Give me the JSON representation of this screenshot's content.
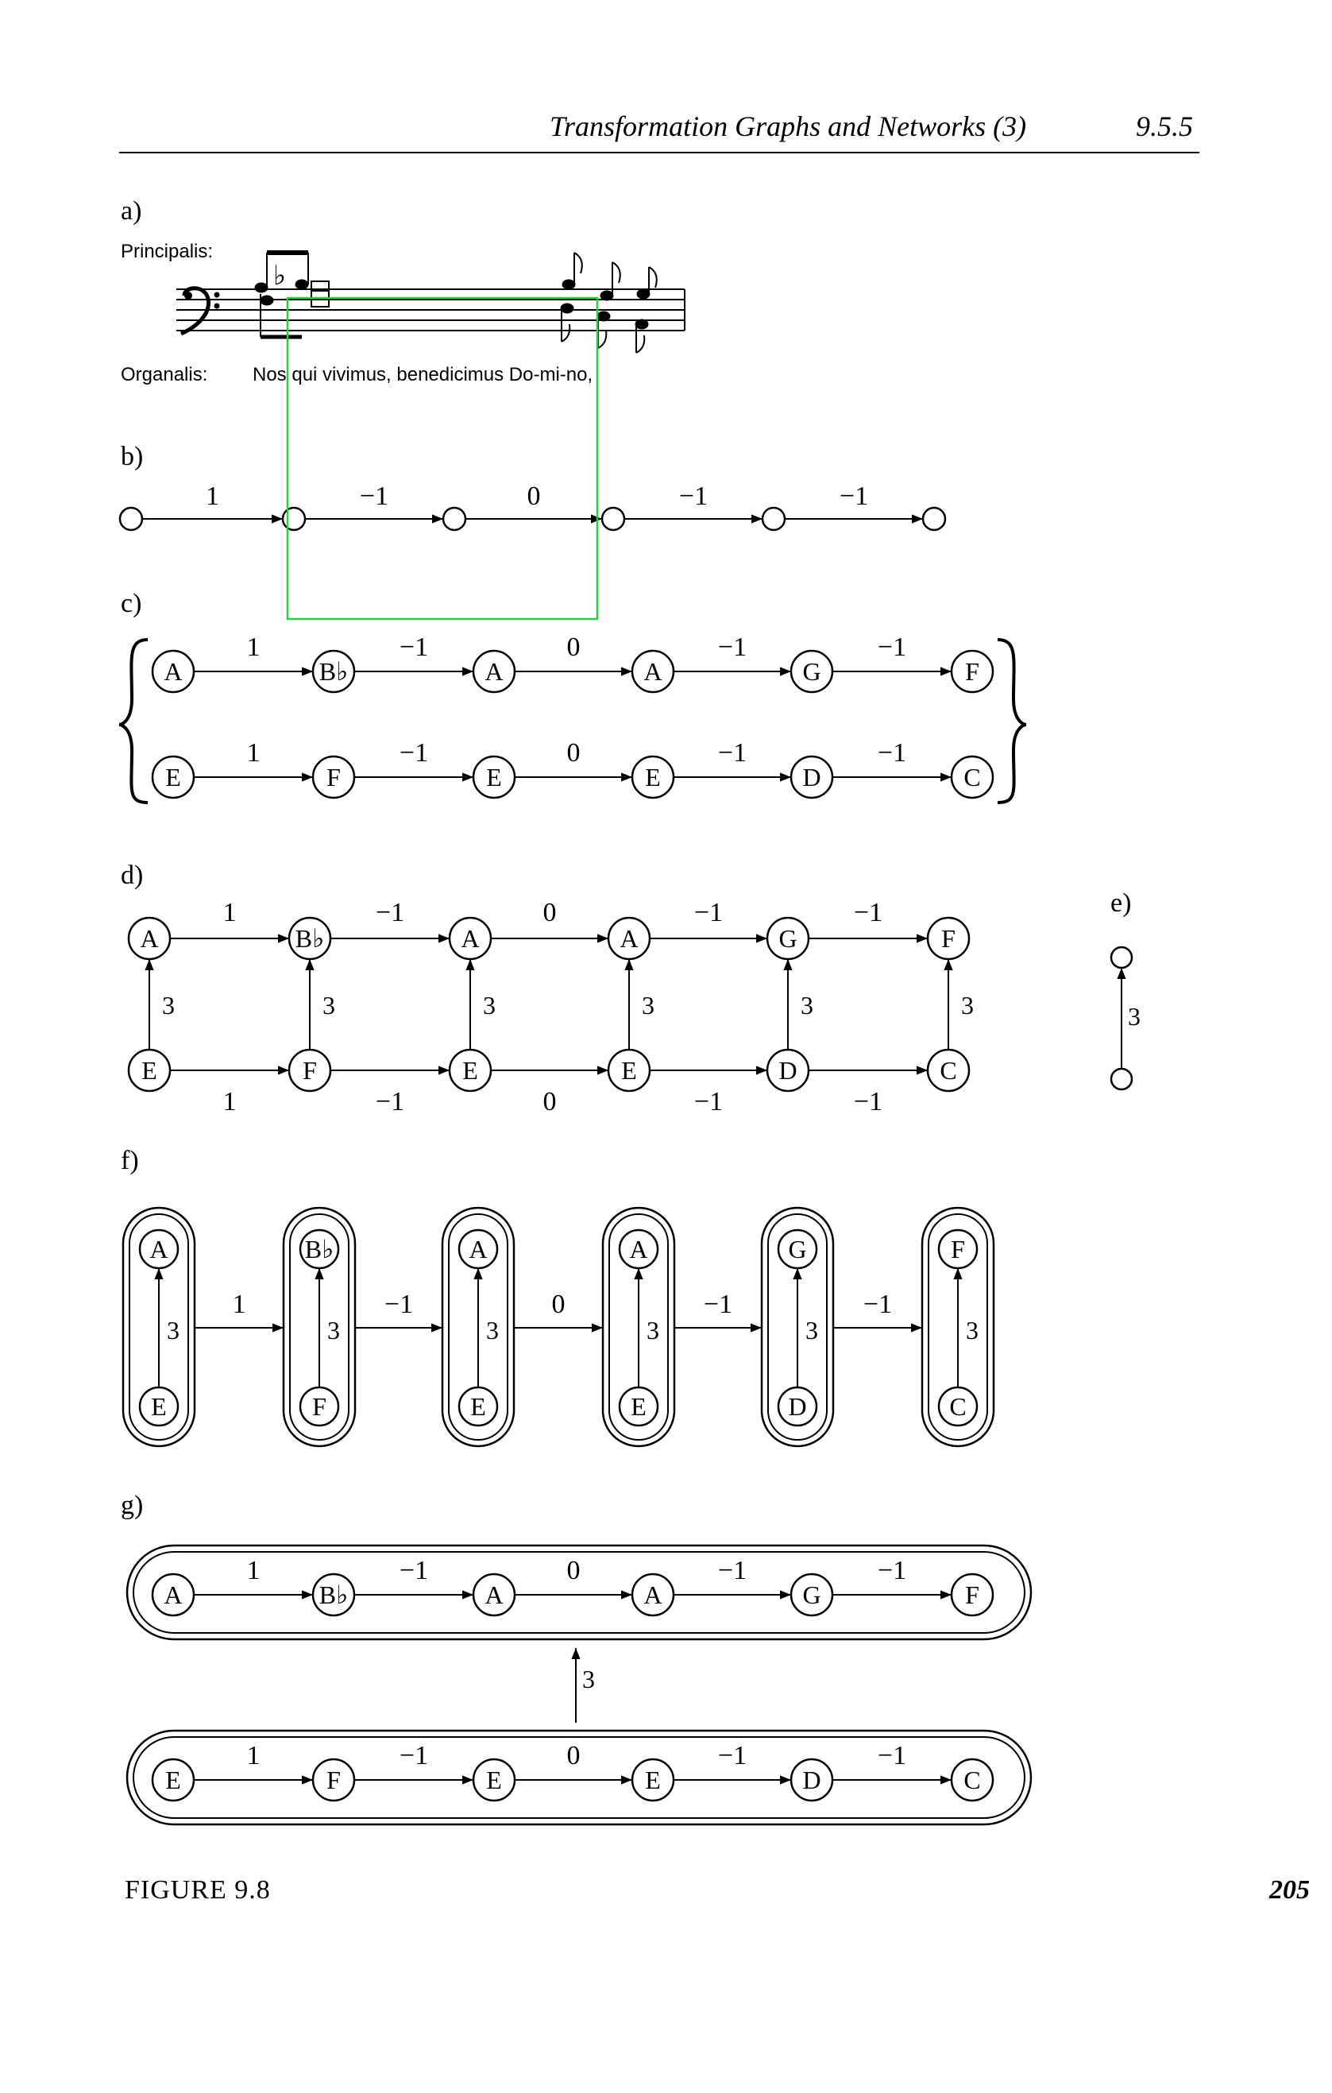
{
  "header": {
    "title": "Transformation Graphs and Networks (3)",
    "section": "9.5.5"
  },
  "parts": {
    "a": "a)",
    "b": "b)",
    "c": "c)",
    "d": "d)",
    "e": "e)",
    "f": "f)",
    "g": "g)"
  },
  "music": {
    "principalis_label": "Principalis:",
    "organalis_label": "Organalis:",
    "lyrics": "Nos qui vivimus, benedicimus Do-mi-no,"
  },
  "intervals": [
    "1",
    "−1",
    "0",
    "−1",
    "−1"
  ],
  "upper_notes": [
    "A",
    "B♭",
    "A",
    "A",
    "G",
    "F"
  ],
  "lower_notes": [
    "E",
    "F",
    "E",
    "E",
    "D",
    "C"
  ],
  "vertical_label": "3",
  "caption": "FIGURE 9.8",
  "page_number": "205",
  "colors": {
    "ink": "#000000",
    "highlight": "#2ecc40"
  }
}
